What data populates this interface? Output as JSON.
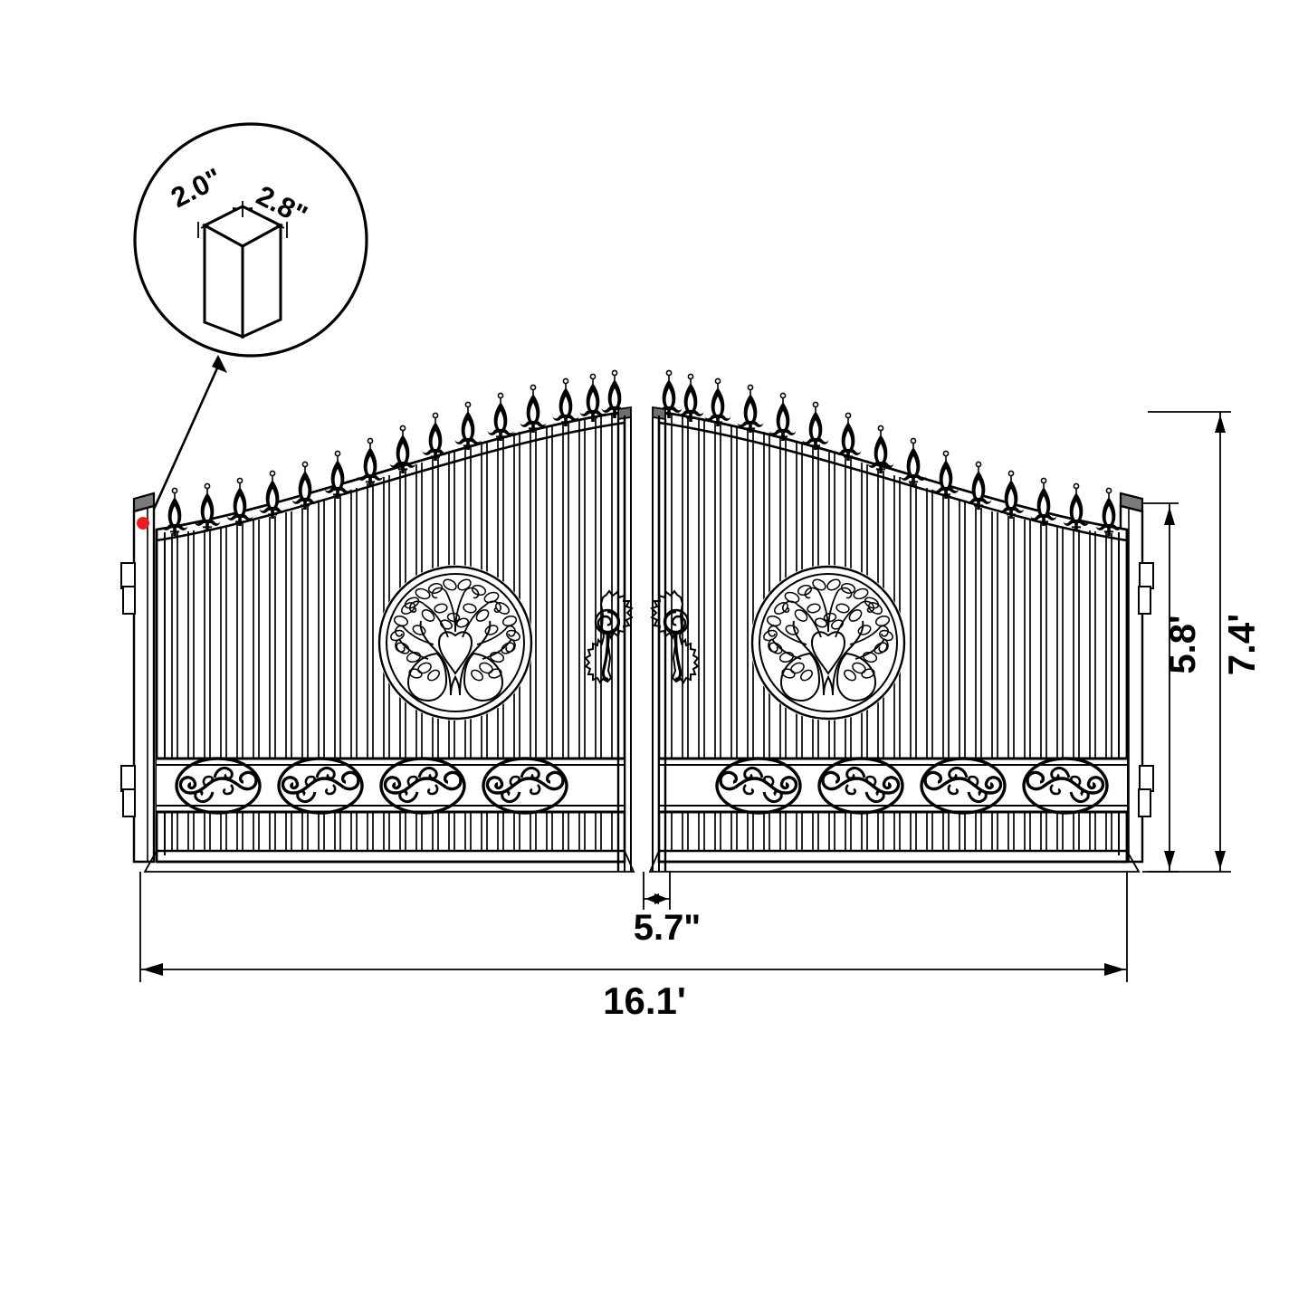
{
  "drawing": {
    "title": "Dual Swing Driveway Gate Technical Drawing",
    "line_color": "#000000",
    "accent_color": "#ee1b24",
    "background": "#ffffff"
  },
  "detail_callout": {
    "name": "post-cross-section-detail",
    "shape": "circle",
    "labels": {
      "width": "2.0\"",
      "depth": "2.8\""
    },
    "marker_color": "#ee1b24"
  },
  "dimensions": {
    "overall_height": "7.4'",
    "leaf_height": "5.8'",
    "overall_width": "16.1'",
    "center_gap": "5.7\""
  },
  "gate": {
    "leaves": 2,
    "left_leaf": {
      "name": "left-gate-leaf",
      "picket_count": 28,
      "medallion": "tree-of-life",
      "scroll_motifs": 4
    },
    "right_leaf": {
      "name": "right-gate-leaf",
      "picket_count": 28,
      "medallion": "tree-of-life",
      "scroll_motifs": 4
    },
    "finials": {
      "type": "fleur-de-lis-spear",
      "left_count": 16,
      "right_count": 16
    },
    "hinges_per_post": 2,
    "latch": "decorative-scroll-latch-plate"
  }
}
